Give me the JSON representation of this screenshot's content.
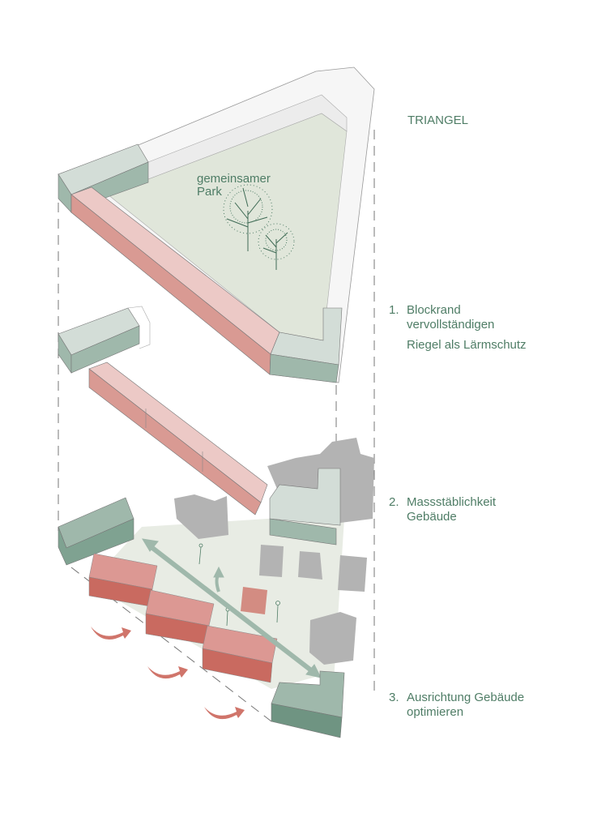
{
  "title": "TRIANGEL",
  "park_label": [
    "gemeinsamer",
    "Park"
  ],
  "steps": [
    {
      "number": "1.",
      "lines": [
        "Blockrand",
        "vervollständigen"
      ],
      "note": "Riegel als Lärmschutz"
    },
    {
      "number": "2.",
      "lines": [
        "Massstäblichkeit",
        "Gebäude"
      ]
    },
    {
      "number": "3.",
      "lines": [
        "Ausrichtung Gebäude",
        "optimieren"
      ]
    }
  ],
  "colors": {
    "text": "#4f7d66",
    "green_top": "#d3ddd7",
    "green_side": "#9fb8ab",
    "pink_top": "#ecc9c6",
    "pink_side": "#d99a93",
    "red_top": "#dc9893",
    "red_side": "#c96a60",
    "ground": "#e8ece4",
    "neighbor": "#b3b3b3"
  }
}
